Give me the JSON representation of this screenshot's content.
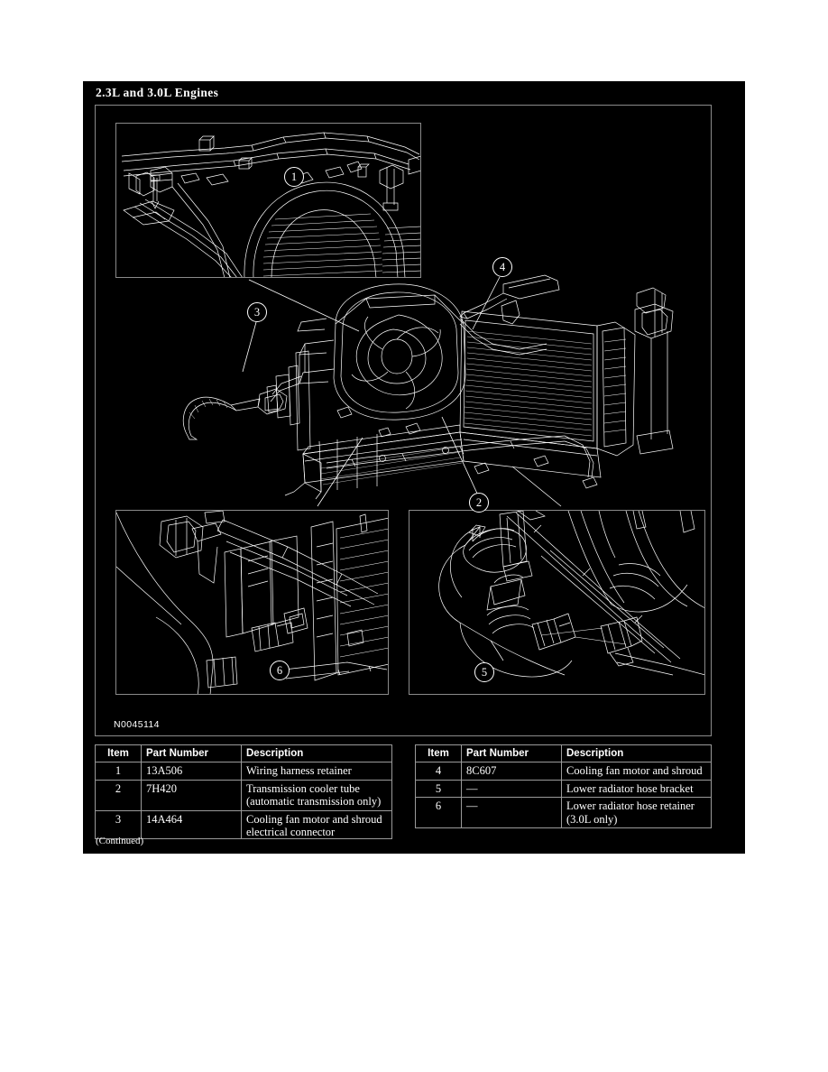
{
  "document": {
    "section_title": "2.3L and 3.0L Engines",
    "drawing_id": "N0045114",
    "continued_note": "(Continued)"
  },
  "illustration": {
    "callouts": [
      {
        "number": "1",
        "target": "Wiring harness retainer",
        "panel": "top-inset"
      },
      {
        "number": "2",
        "target": "Transmission cooler tube",
        "panel": "center"
      },
      {
        "number": "3",
        "target": "Cooling fan motor and shroud electrical connector",
        "panel": "center"
      },
      {
        "number": "4",
        "target": "Cooling fan motor and shroud",
        "panel": "center"
      },
      {
        "number": "5",
        "target": "Lower radiator hose bracket",
        "panel": "bottom-right-inset"
      },
      {
        "number": "6",
        "target": "Lower radiator hose retainer",
        "panel": "bottom-left-inset"
      }
    ],
    "panels": [
      {
        "name": "top-inset",
        "description": "Upper radiator support and wiring harness retainer detail"
      },
      {
        "name": "center",
        "description": "Radiator, cooling fan motor and shroud assembly"
      },
      {
        "name": "bottom-left-inset",
        "description": "Lower radiator hose retainer detail"
      },
      {
        "name": "bottom-right-inset",
        "description": "Lower radiator hose bracket detail"
      }
    ]
  },
  "tables": {
    "left": {
      "headers": [
        "Item",
        "Part Number",
        "Description"
      ],
      "rows": [
        {
          "item": "1",
          "part_number": "13A506",
          "description": "Wiring harness retainer"
        },
        {
          "item": "2",
          "part_number": "7H420",
          "description": "Transmission cooler tube (automatic transmission only)"
        },
        {
          "item": "3",
          "part_number": "14A464",
          "description": "Cooling fan motor and shroud electrical connector"
        }
      ]
    },
    "right": {
      "headers": [
        "Item",
        "Part Number",
        "Description"
      ],
      "rows": [
        {
          "item": "4",
          "part_number": "8C607",
          "description": "Cooling fan motor and shroud"
        },
        {
          "item": "5",
          "part_number": "—",
          "description": "Lower radiator hose bracket"
        },
        {
          "item": "6",
          "part_number": "—",
          "description": "Lower radiator hose retainer (3.0L only)"
        }
      ]
    }
  },
  "colors": {
    "page_background": "#ffffff",
    "plate_background": "#000000",
    "line_art": "#ffffff",
    "frame_border": "#8a8a8a",
    "table_border": "#9a9a9a"
  }
}
